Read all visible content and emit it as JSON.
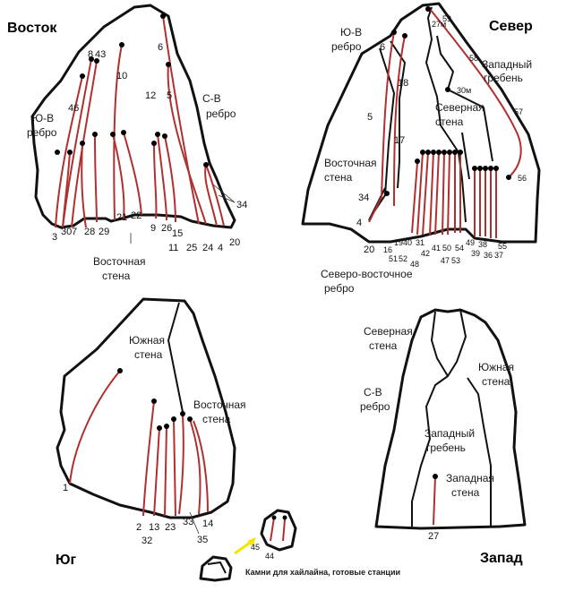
{
  "panels": {
    "east": {
      "title": "Восток",
      "labels": {
        "se_ridge_1": "Ю-В",
        "se_ridge_2": "ребро",
        "ne_ridge_1": "С-В",
        "ne_ridge_2": "ребро",
        "east_wall_1": "Восточная",
        "east_wall_2": "стена"
      }
    },
    "north": {
      "title": "Север",
      "labels": {
        "se_ridge_1": "Ю-В",
        "se_ridge_2": "ребро",
        "west_crest_1": "Западный",
        "west_crest_2": "гребень",
        "north_wall_1": "Северная",
        "north_wall_2": "стена",
        "east_wall_1": "Восточная",
        "east_wall_2": "стена",
        "ne_ridge_1": "Северо-восточное",
        "ne_ridge_2": "ребро",
        "small_27": "27м",
        "small_30": "30м"
      }
    },
    "south": {
      "title": "Юг",
      "labels": {
        "south_wall_1": "Южная",
        "south_wall_2": "стена",
        "east_wall_1": "Восточная",
        "east_wall_2": "стена"
      },
      "note": "Камни для хайлайна, готовые станции"
    },
    "west": {
      "title": "Запад",
      "labels": {
        "north_wall_1": "Северная",
        "north_wall_2": "стена",
        "ne_ridge_1": "С-В",
        "ne_ridge_2": "ребро",
        "south_wall_1": "Южная",
        "south_wall_2": "стена",
        "west_crest_1": "Западный",
        "west_crest_2": "гребень",
        "west_wall_1": "Западная",
        "west_wall_2": "стена"
      }
    }
  },
  "route_numbers": {
    "east": [
      "6",
      "8",
      "43",
      "10",
      "46",
      "12",
      "5",
      "3",
      "30",
      "7",
      "28",
      "29",
      "21",
      "22",
      "9",
      "26",
      "15",
      "11",
      "25",
      "24",
      "4",
      "20",
      "34"
    ],
    "north": [
      "59",
      "58",
      "57",
      "56",
      "6",
      "18",
      "5",
      "17",
      "34",
      "4",
      "20",
      "16",
      "19",
      "40",
      "51",
      "52",
      "31",
      "42",
      "48",
      "41",
      "47",
      "50",
      "53",
      "54",
      "49",
      "39",
      "38",
      "36",
      "37",
      "55"
    ],
    "south": [
      "1",
      "2",
      "32",
      "13",
      "23",
      "33",
      "35",
      "14",
      "45",
      "44"
    ],
    "west": [
      "27"
    ]
  },
  "colors": {
    "route": "#b03030",
    "outline": "#111111",
    "arrow": "#f2e600"
  }
}
